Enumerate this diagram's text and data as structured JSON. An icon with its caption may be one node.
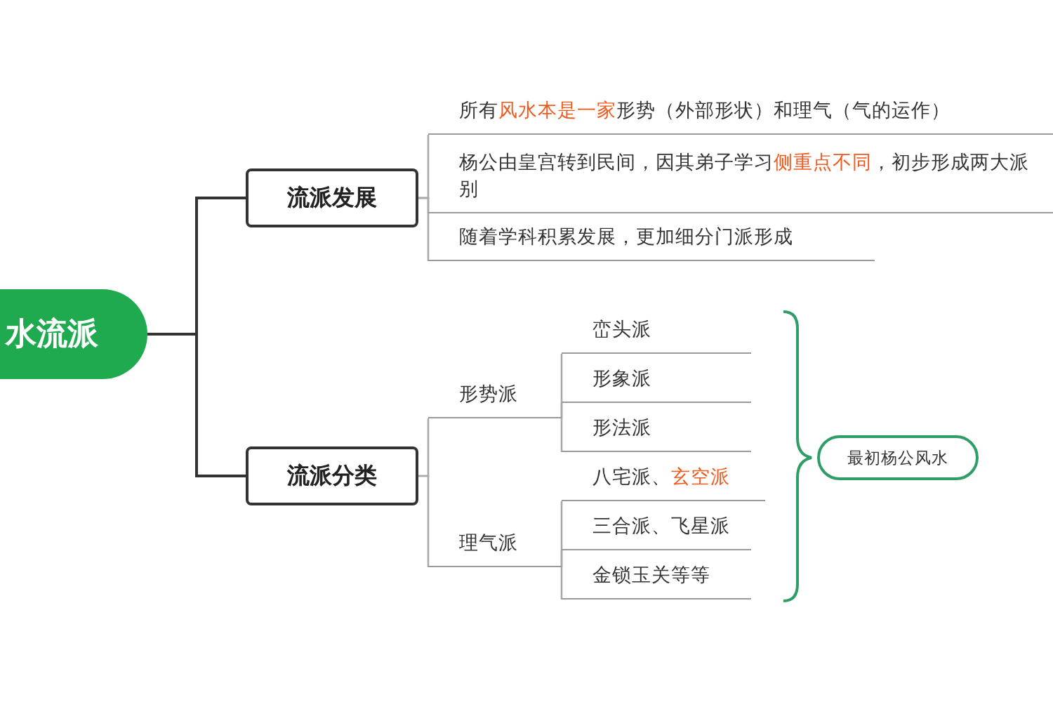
{
  "diagram": {
    "nodes": [
      {
        "text": [
          "水流派"
        ]
      },
      {
        "text": [
          "流派发展"
        ]
      },
      {
        "text": [
          "所有**风水本是一家**形势（外部形状）和理气（气的运作）"
        ]
      },
      {
        "text": [
          "杨公由皇宫转到民间，因其弟子学习**侧重点不同**，初步形成两大派别"
        ]
      },
      {
        "text": [
          "随着学科积累发展，更加细分门派形成"
        ]
      },
      {
        "text": [
          "流派分类"
        ]
      },
      {
        "text": [
          "形势派"
        ]
      },
      {
        "text": [
          "峦头派"
        ]
      },
      {
        "text": [
          "形象派"
        ]
      },
      {
        "text": [
          "形法派"
        ]
      },
      {
        "text": [
          "理气派"
        ]
      },
      {
        "text": [
          "八宅派、**玄空派**"
        ]
      },
      {
        "text": [
          "三合派、飞星派"
        ]
      },
      {
        "text": [
          "金锁玉关等等"
        ]
      },
      {
        "text": [
          "最初杨公风水"
        ]
      }
    ],
    "edges": [
      {
        "from": 0,
        "to": 1,
        "arrow": "none",
        "color": "#333333"
      },
      {
        "from": 0,
        "to": 5,
        "arrow": "none",
        "color": "#333333"
      },
      {
        "from": 1,
        "to": 2,
        "arrow": "none"
      },
      {
        "from": 1,
        "to": 3,
        "arrow": "none"
      },
      {
        "from": 1,
        "to": 4,
        "arrow": "none"
      },
      {
        "from": 5,
        "to": 6,
        "arrow": "none"
      },
      {
        "from": 5,
        "to": 10,
        "arrow": "none"
      },
      {
        "from": 6,
        "to": 7,
        "arrow": "none"
      },
      {
        "from": 6,
        "to": 8,
        "arrow": "none"
      },
      {
        "from": 6,
        "to": 9,
        "arrow": "none"
      },
      {
        "from": 10,
        "to": 11,
        "arrow": "none"
      },
      {
        "from": 10,
        "to": 12,
        "arrow": "none"
      },
      {
        "from": 10,
        "to": 13,
        "arrow": "none"
      }
    ]
  }
}
